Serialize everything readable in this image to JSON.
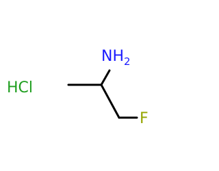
{
  "molecule": {
    "salt": {
      "text": "HCl",
      "color": "#1f9e1f"
    },
    "amine": {
      "main": "NH",
      "sub": "2",
      "color": "#1a1aff"
    },
    "fluorine": {
      "text": "F",
      "color": "#95a500"
    },
    "bond_color": "#000000"
  }
}
